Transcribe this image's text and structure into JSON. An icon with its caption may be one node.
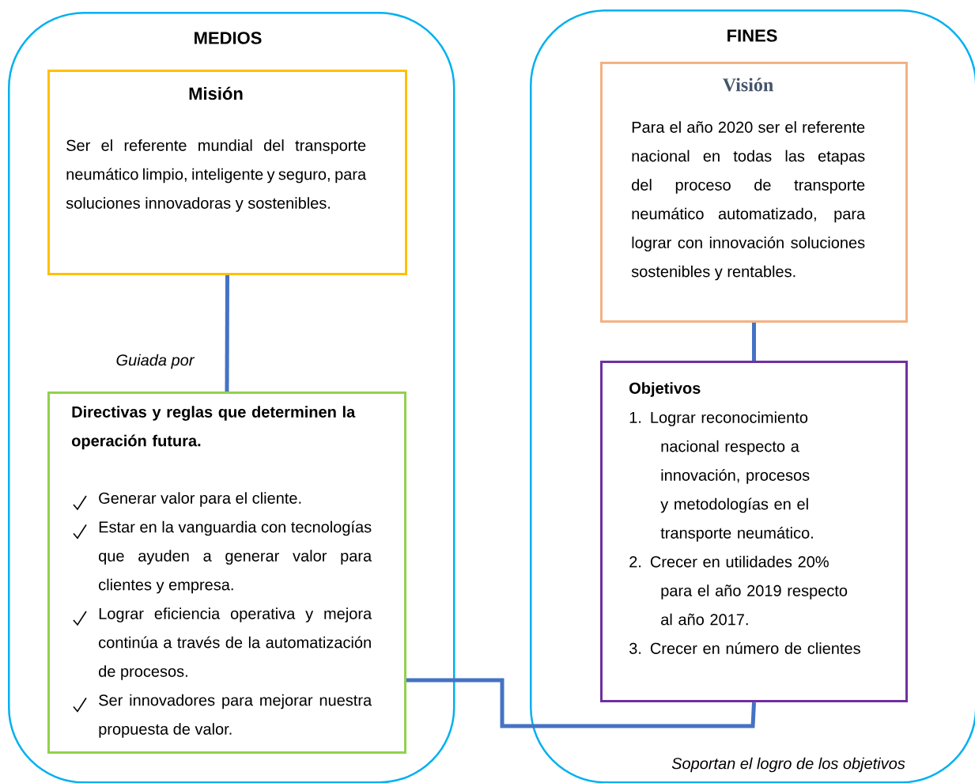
{
  "diagram": {
    "nodes": [
      {
        "text": [
          "MEDIOS"
        ]
      },
      {
        "text": [
          "Misión",
          "Ser el referente mundial del transporte neumático limpio, inteligente y seguro, para soluciones innovadoras y sostenibles."
        ],
        "in": 0
      },
      {
        "text": [
          "Directivas y reglas que determinen la operación futura.",
          "Generar valor para el cliente.",
          "Estar en la vanguardia con tecnologías que ayuden a generar valor para clientes y empresa.",
          "Lograr eficiencia operativa y mejora continúa a través de la automatización de procesos.",
          "Ser innovadores para mejorar nuestra propuesta de valor."
        ],
        "in": 0
      },
      {
        "text": [
          "FINES"
        ]
      },
      {
        "text": [
          "Visión",
          "Para el año 2020 ser el referente nacional en todas las etapas del proceso de transporte neumático automatizado, para lograr con innovación soluciones sostenibles y rentables."
        ],
        "in": 3
      },
      {
        "text": [
          "Objetivos",
          "1. Lograr reconocimiento nacional respecto a innovación, procesos y metodologías en el transporte neumático.",
          "2. Crecer en utilidades 20% para el año 2019 respecto al año 2017.",
          "3. Crecer en número de clientes"
        ],
        "in": 3
      }
    ],
    "edges": [
      {
        "from": 1,
        "to": 2,
        "arrow": "none",
        "label": "Guiada por"
      },
      {
        "from": 4,
        "to": 5,
        "arrow": "none"
      },
      {
        "from": 2,
        "to": 5,
        "arrow": "none",
        "label": "Soportan el logro de los objetivos"
      }
    ]
  }
}
